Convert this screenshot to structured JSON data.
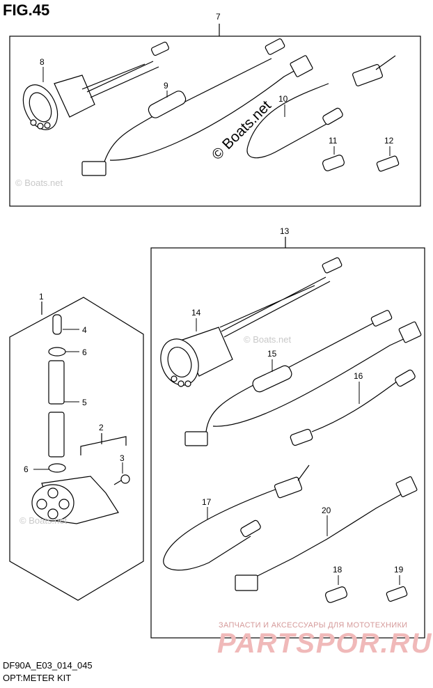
{
  "figure": {
    "title": "FIG.45",
    "code": "DF90A_E03_014_045",
    "kit_name": "OPT:METER KIT"
  },
  "watermark": {
    "main": "© Boats.net",
    "faint": "© Boats.net"
  },
  "shop": {
    "tagline": "ЗАПЧАСТИ И АКСЕССУАРЫ ДЛЯ МОТОТЕХНИКИ",
    "logo": "PARTSPOR.RU"
  },
  "callouts": {
    "n1": "1",
    "n2": "2",
    "n3": "3",
    "n4": "4",
    "n5": "5",
    "n6a": "6",
    "n6b": "6",
    "n7": "7",
    "n8": "8",
    "n9": "9",
    "n10": "10",
    "n11": "11",
    "n12": "12",
    "n13": "13",
    "n14": "14",
    "n15": "15",
    "n16": "16",
    "n17": "17",
    "n18": "18",
    "n19": "19",
    "n20": "20"
  }
}
